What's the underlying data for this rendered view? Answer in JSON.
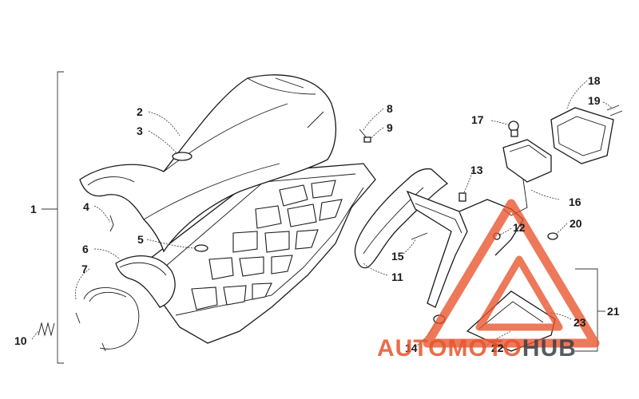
{
  "callouts": {
    "c1": "1",
    "c2": "2",
    "c3": "3",
    "c4": "4",
    "c5": "5",
    "c6": "6",
    "c7": "7",
    "c8": "8",
    "c9": "9",
    "c10": "10",
    "c11": "11",
    "c12": "12",
    "c13": "13",
    "c14": "14",
    "c15": "15",
    "c16": "16",
    "c17": "17",
    "c18": "18",
    "c19": "19",
    "c20": "20",
    "c21": "21",
    "c22": "22",
    "c23": "23"
  },
  "watermark": {
    "part1": "AUTO",
    "part2": "MOTO",
    "part3": "HUB",
    "colors": {
      "accent": "#e8542c",
      "dark": "#3a3f47"
    }
  }
}
